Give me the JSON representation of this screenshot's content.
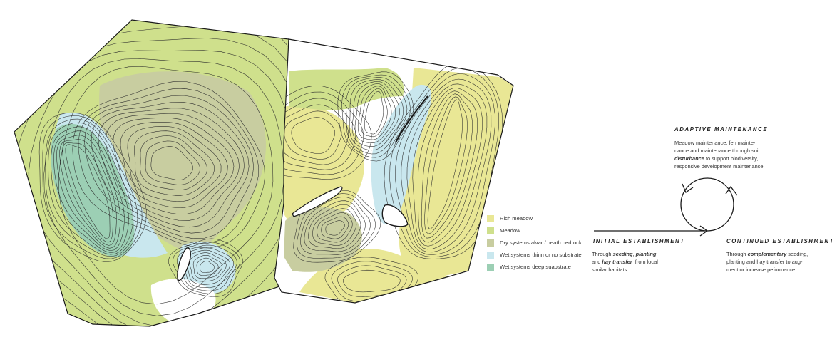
{
  "colors": {
    "rich_meadow": "#e9e795",
    "meadow": "#cfe08c",
    "dry_systems": "#c8cda0",
    "wet_thin": "#c9e7ee",
    "wet_deep": "#9ccfb4",
    "contour": "#2b2b2b",
    "outline": "#1a1a1a"
  },
  "legend": {
    "items": [
      {
        "label": "Rich meadow",
        "color_key": "rich_meadow"
      },
      {
        "label": "Meadow",
        "color_key": "meadow"
      },
      {
        "label": "Dry systems  alvar / heath bedrock",
        "color_key": "dry_systems"
      },
      {
        "label": "Wet systems  thinn or no substrate",
        "color_key": "wet_thin"
      },
      {
        "label": "Wet systems  deep suabstrate",
        "color_key": "wet_deep"
      }
    ]
  },
  "process": {
    "adaptive": {
      "heading": "ADAPTIVE MAINTENANCE",
      "line1": "Meadow maintenance, fen mainte-",
      "line2": "nance and maintenance through soil",
      "line3_bold": "disturbance",
      "line3_rest": " to support biodiversity,",
      "line4": "responsive development maintenance."
    },
    "initial": {
      "heading": "INITIAL ESTABLISHMENT",
      "line1_a": "Through ",
      "line1_b": "seeding",
      "line1_c": ", ",
      "line1_d": "planting",
      "line2_a": "and ",
      "line2_b": "hay transfer",
      "line2_c": "  from local",
      "line3": "similar habitats."
    },
    "continued": {
      "heading": "CONTINUED ESTABLISHMENT",
      "line1_a": "Through ",
      "line1_b": "complementary",
      "line1_c": " seeding,",
      "line2": "planting and hay transfer to aug-",
      "line3": "ment or increase peformance"
    }
  }
}
